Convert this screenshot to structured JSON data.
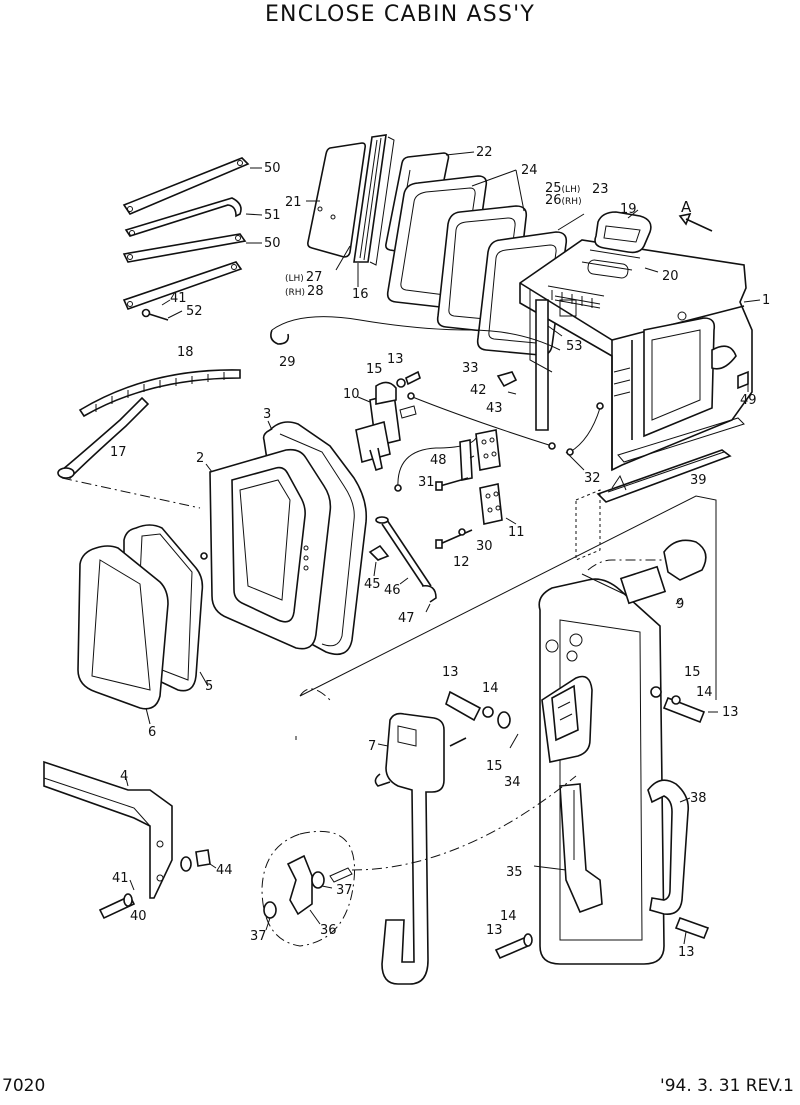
{
  "title": "ENCLOSE  CABIN  ASS'Y",
  "page_number": "7020",
  "revision": "'94. 3. 31 REV.1",
  "view_arrow_label": "A",
  "callouts": {
    "c1": "1",
    "c2": "2",
    "c3": "3",
    "c4": "4",
    "c5": "5",
    "c6": "6",
    "c7": "7",
    "c9": "9",
    "c10": "10",
    "c11": "11",
    "c12": "12",
    "c13a": "13",
    "c13b": "13",
    "c13c": "13",
    "c13d": "13",
    "c13e": "13",
    "c14a": "14",
    "c14b": "14",
    "c14c": "14",
    "c15a": "15",
    "c15b": "15",
    "c15c": "15",
    "c16": "16",
    "c17": "17",
    "c18": "18",
    "c19": "19",
    "c20": "20",
    "c21": "21",
    "c22": "22",
    "c23": "23",
    "c24": "24",
    "c25": "25",
    "c25_side": "(LH)",
    "c26": "26",
    "c26_side": "(RH)",
    "c27": "27",
    "c27_side": "(LH)",
    "c28": "28",
    "c28_side": "(RH)",
    "c29": "29",
    "c30": "30",
    "c31": "31",
    "c32": "32",
    "c33": "33",
    "c34": "34",
    "c35": "35",
    "c36": "36",
    "c37a": "37",
    "c37b": "37",
    "c38": "38",
    "c39": "39",
    "c40": "40",
    "c41a": "41",
    "c41b": "41",
    "c42": "42",
    "c43": "43",
    "c44": "44",
    "c45": "45",
    "c46": "46",
    "c47": "47",
    "c48": "48",
    "c49": "49",
    "c50a": "50",
    "c50b": "50",
    "c51": "51",
    "c52": "52",
    "c53": "53"
  }
}
